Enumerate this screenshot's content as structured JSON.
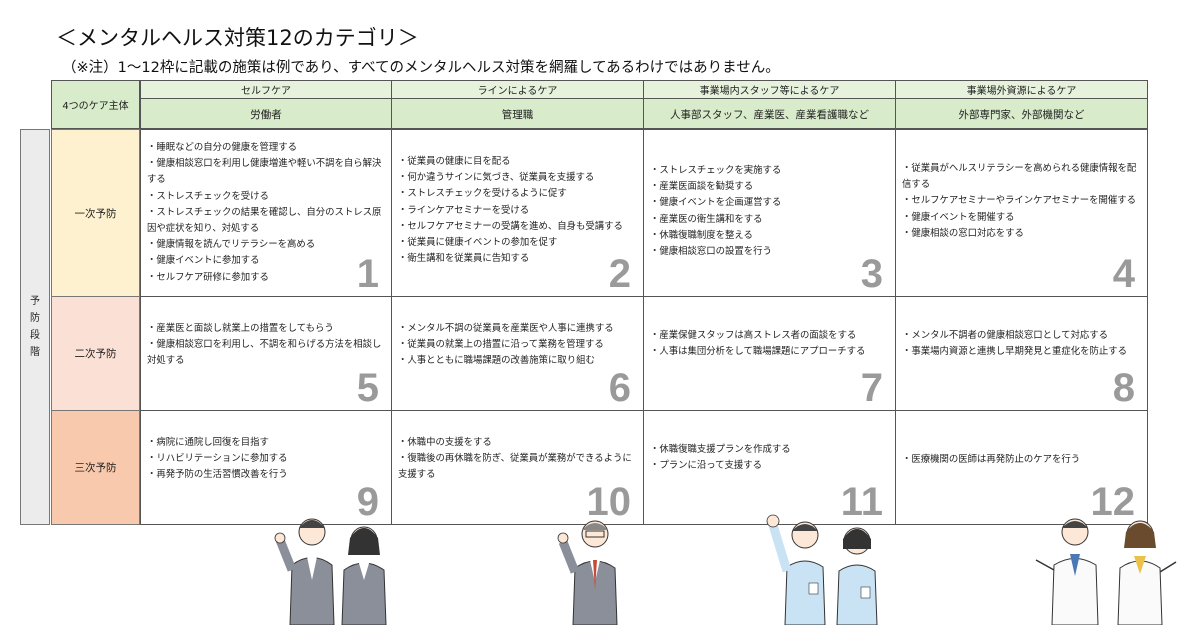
{
  "title": "＜メンタルヘルス対策12のカテゴリ＞",
  "note": "（※注）1～12枠に記載の施策は例であり、すべてのメンタルヘルス対策を網羅してあるわけではありません。",
  "header": {
    "corner": "4つのケア主体",
    "columns": [
      {
        "title": "セルフケア",
        "sub": "労働者"
      },
      {
        "title": "ラインによるケア",
        "sub": "管理職"
      },
      {
        "title": "事業場内スタッフ等によるケア",
        "sub": "人事部スタッフ、産業医、産業看護職など"
      },
      {
        "title": "事業場外資源によるケア",
        "sub": "外部専門家、外部機関など"
      }
    ]
  },
  "phase_label": "予防段階",
  "levels": [
    {
      "label": "一次予防",
      "color": "#fdf1cf"
    },
    {
      "label": "二次予防",
      "color": "#fbe0d5"
    },
    {
      "label": "三次予防",
      "color": "#f8c9ad"
    }
  ],
  "cells": [
    {
      "num": "1",
      "items": [
        "・睡眠などの自分の健康を管理する",
        "・健康相談窓口を利用し健康増進や軽い不調を自ら解決する",
        "・ストレスチェックを受ける",
        "・ストレスチェックの結果を確認し、自分のストレス原因や症状を知り、対処する",
        "・健康情報を読んでリテラシーを高める",
        "・健康イベントに参加する",
        "・セルフケア研修に参加する"
      ]
    },
    {
      "num": "2",
      "items": [
        "・従業員の健康に目を配る",
        "・何か違うサインに気づき、従業員を支援する",
        "・ストレスチェックを受けるように促す",
        "・ラインケアセミナーを受ける",
        "・セルフケアセミナーの受講を進め、自身も受講する",
        "・従業員に健康イベントの参加を促す",
        "・衛生講和を従業員に告知する"
      ]
    },
    {
      "num": "3",
      "items": [
        "・ストレスチェックを実施する",
        "・産業医面談を勧奨する",
        "・健康イベントを企画運営する",
        "・産業医の衛生講和をする",
        "・休職復職制度を整える",
        "・健康相談窓口の設置を行う"
      ]
    },
    {
      "num": "4",
      "items": [
        "・従業員がヘルスリテラシーを高められる健康情報を配信する",
        "・セルフケアセミナーやラインケアセミナーを開催する",
        "・健康イベントを開催する",
        "・健康相談の窓口対応をする"
      ]
    },
    {
      "num": "5",
      "items": [
        "・産業医と面談し就業上の措置をしてもらう",
        "・健康相談窓口を利用し、不調を和らげる方法を相談し対処する"
      ]
    },
    {
      "num": "6",
      "items": [
        "・メンタル不調の従業員を産業医や人事に連携する",
        "・従業員の就業上の措置に沿って業務を管理する",
        "・人事とともに職場課題の改善施策に取り組む"
      ]
    },
    {
      "num": "7",
      "items": [
        "・産業保健スタッフは高ストレス者の面談をする",
        "・人事は集団分析をして職場課題にアプローチする"
      ]
    },
    {
      "num": "8",
      "items": [
        "・メンタル不調者の健康相談窓口として対応する",
        "・事業場内資源と連携し早期発見と重症化を防止する"
      ]
    },
    {
      "num": "9",
      "items": [
        "・病院に通院し回復を目指す",
        "・リハビリテーションに参加する",
        "・再発予防の生活習慣改善を行う"
      ]
    },
    {
      "num": "10",
      "items": [
        "・休職中の支援をする",
        "・復職後の再休職を防ぎ、従業員が業務ができるように支援する"
      ]
    },
    {
      "num": "11",
      "items": [
        "・休職復職支援プランを作成する",
        "・プランに沿って支援する"
      ]
    },
    {
      "num": "12",
      "items": [
        "・医療機関の医師は再発防止のケアを行う"
      ]
    }
  ],
  "colors": {
    "header_green": "#d8ebca",
    "number_gray": "#9a9a9a",
    "phase_gray": "#ececec"
  }
}
